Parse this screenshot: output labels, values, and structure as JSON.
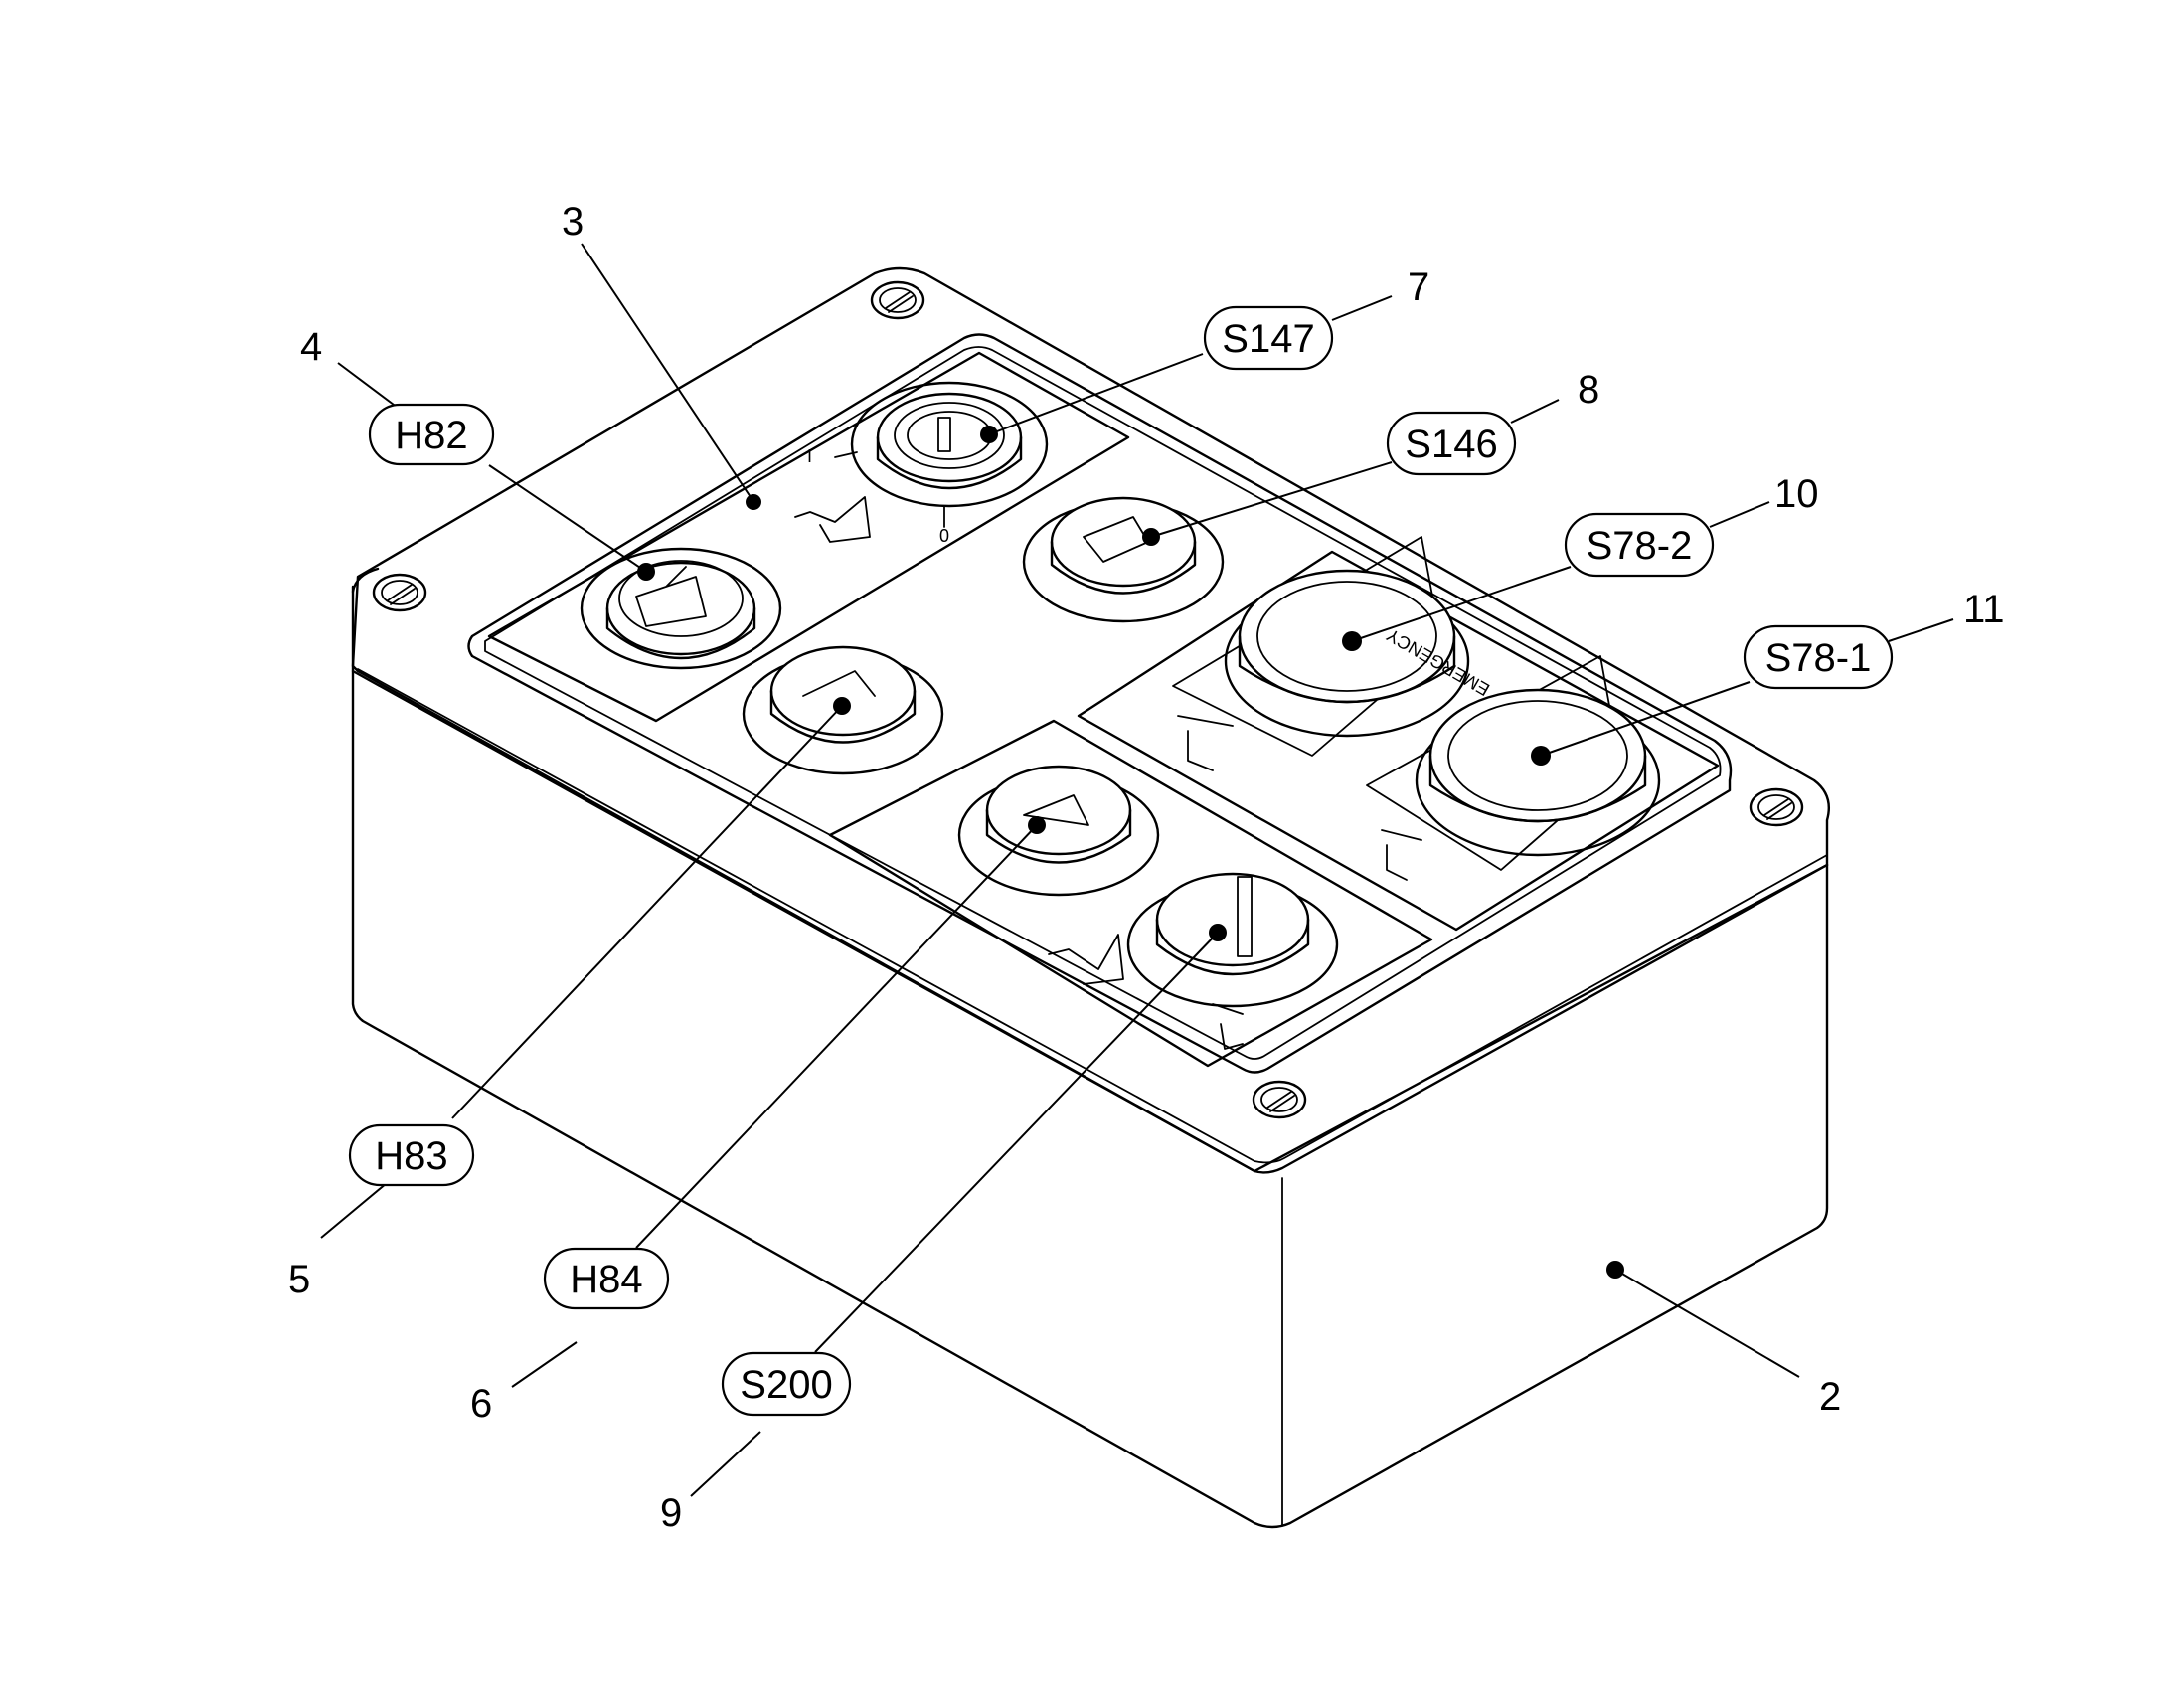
{
  "figure": {
    "description_visible_text": "Parts diagram of a control box with callouts"
  },
  "callouts": {
    "c2": {
      "number": "2",
      "tag": ""
    },
    "c3": {
      "number": "3",
      "tag": ""
    },
    "c4": {
      "number": "4",
      "tag": "H82"
    },
    "c5": {
      "number": "5",
      "tag": "H83"
    },
    "c6": {
      "number": "6",
      "tag": "H84"
    },
    "c7": {
      "number": "7",
      "tag": "S147"
    },
    "c8": {
      "number": "8",
      "tag": "S146"
    },
    "c9": {
      "number": "9",
      "tag": "S200"
    },
    "c10": {
      "number": "10",
      "tag": "S78-2"
    },
    "c11": {
      "number": "11",
      "tag": "S78-1"
    }
  },
  "panel_text": {
    "emergency": "EMERGENCY",
    "key_pos_1": "I",
    "key_pos_0": "0"
  },
  "icons": [
    "screw-icon",
    "key-switch-icon",
    "pushbutton-icon",
    "emergency-button-icon",
    "tipper-pictogram-icon",
    "crane-pictogram-icon"
  ]
}
